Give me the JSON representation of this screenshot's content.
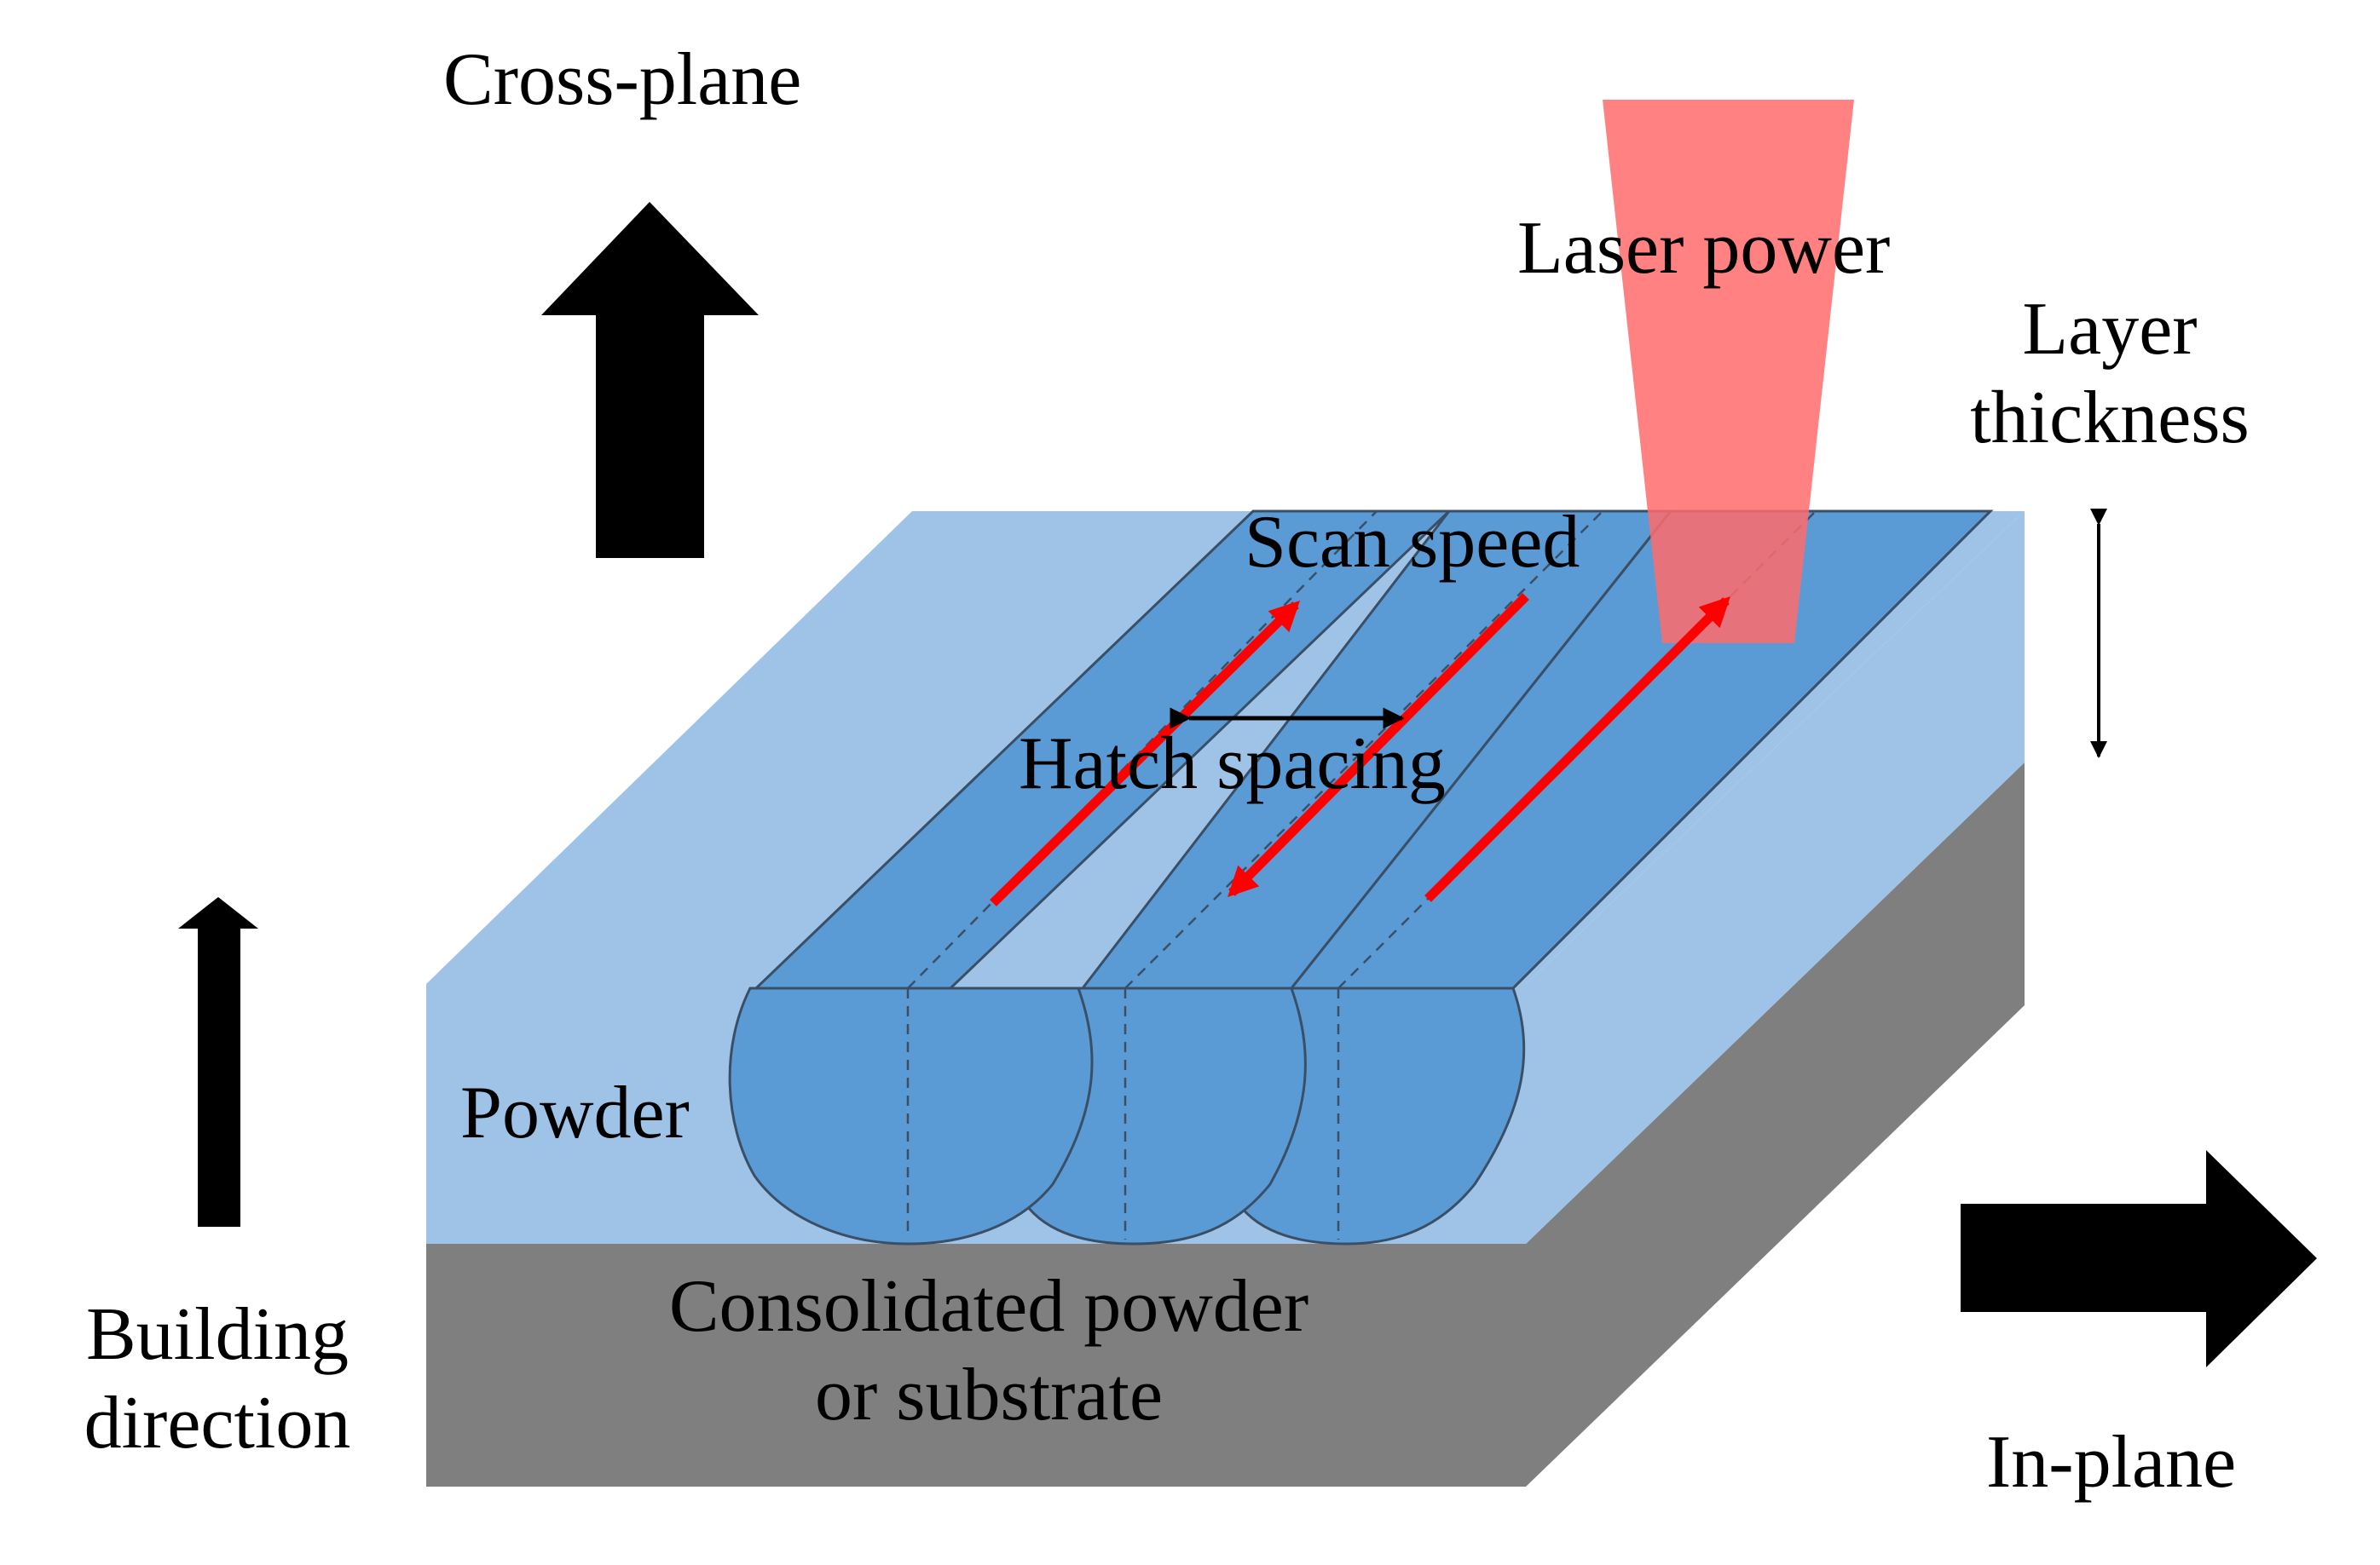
{
  "labels": {
    "cross_plane": "Cross-plane",
    "laser_power": "Laser power",
    "layer_thickness_1": "Layer",
    "layer_thickness_2": "thickness",
    "scan_speed": "Scan speed",
    "hatch_spacing": "Hatch spacing",
    "powder": "Powder",
    "consolidated_1": "Consolidated powder",
    "consolidated_2": "or substrate",
    "building_1": "Building",
    "building_2": "direction",
    "in_plane": "In-plane"
  },
  "colors": {
    "powder": "#9fc3e7",
    "track": "#5b9bd5",
    "substrate": "#7f7f7f",
    "laser": "#ff6b6b",
    "scan_arrow": "#ff0000",
    "outline": "#3a4f66",
    "arrow": "#000000"
  }
}
